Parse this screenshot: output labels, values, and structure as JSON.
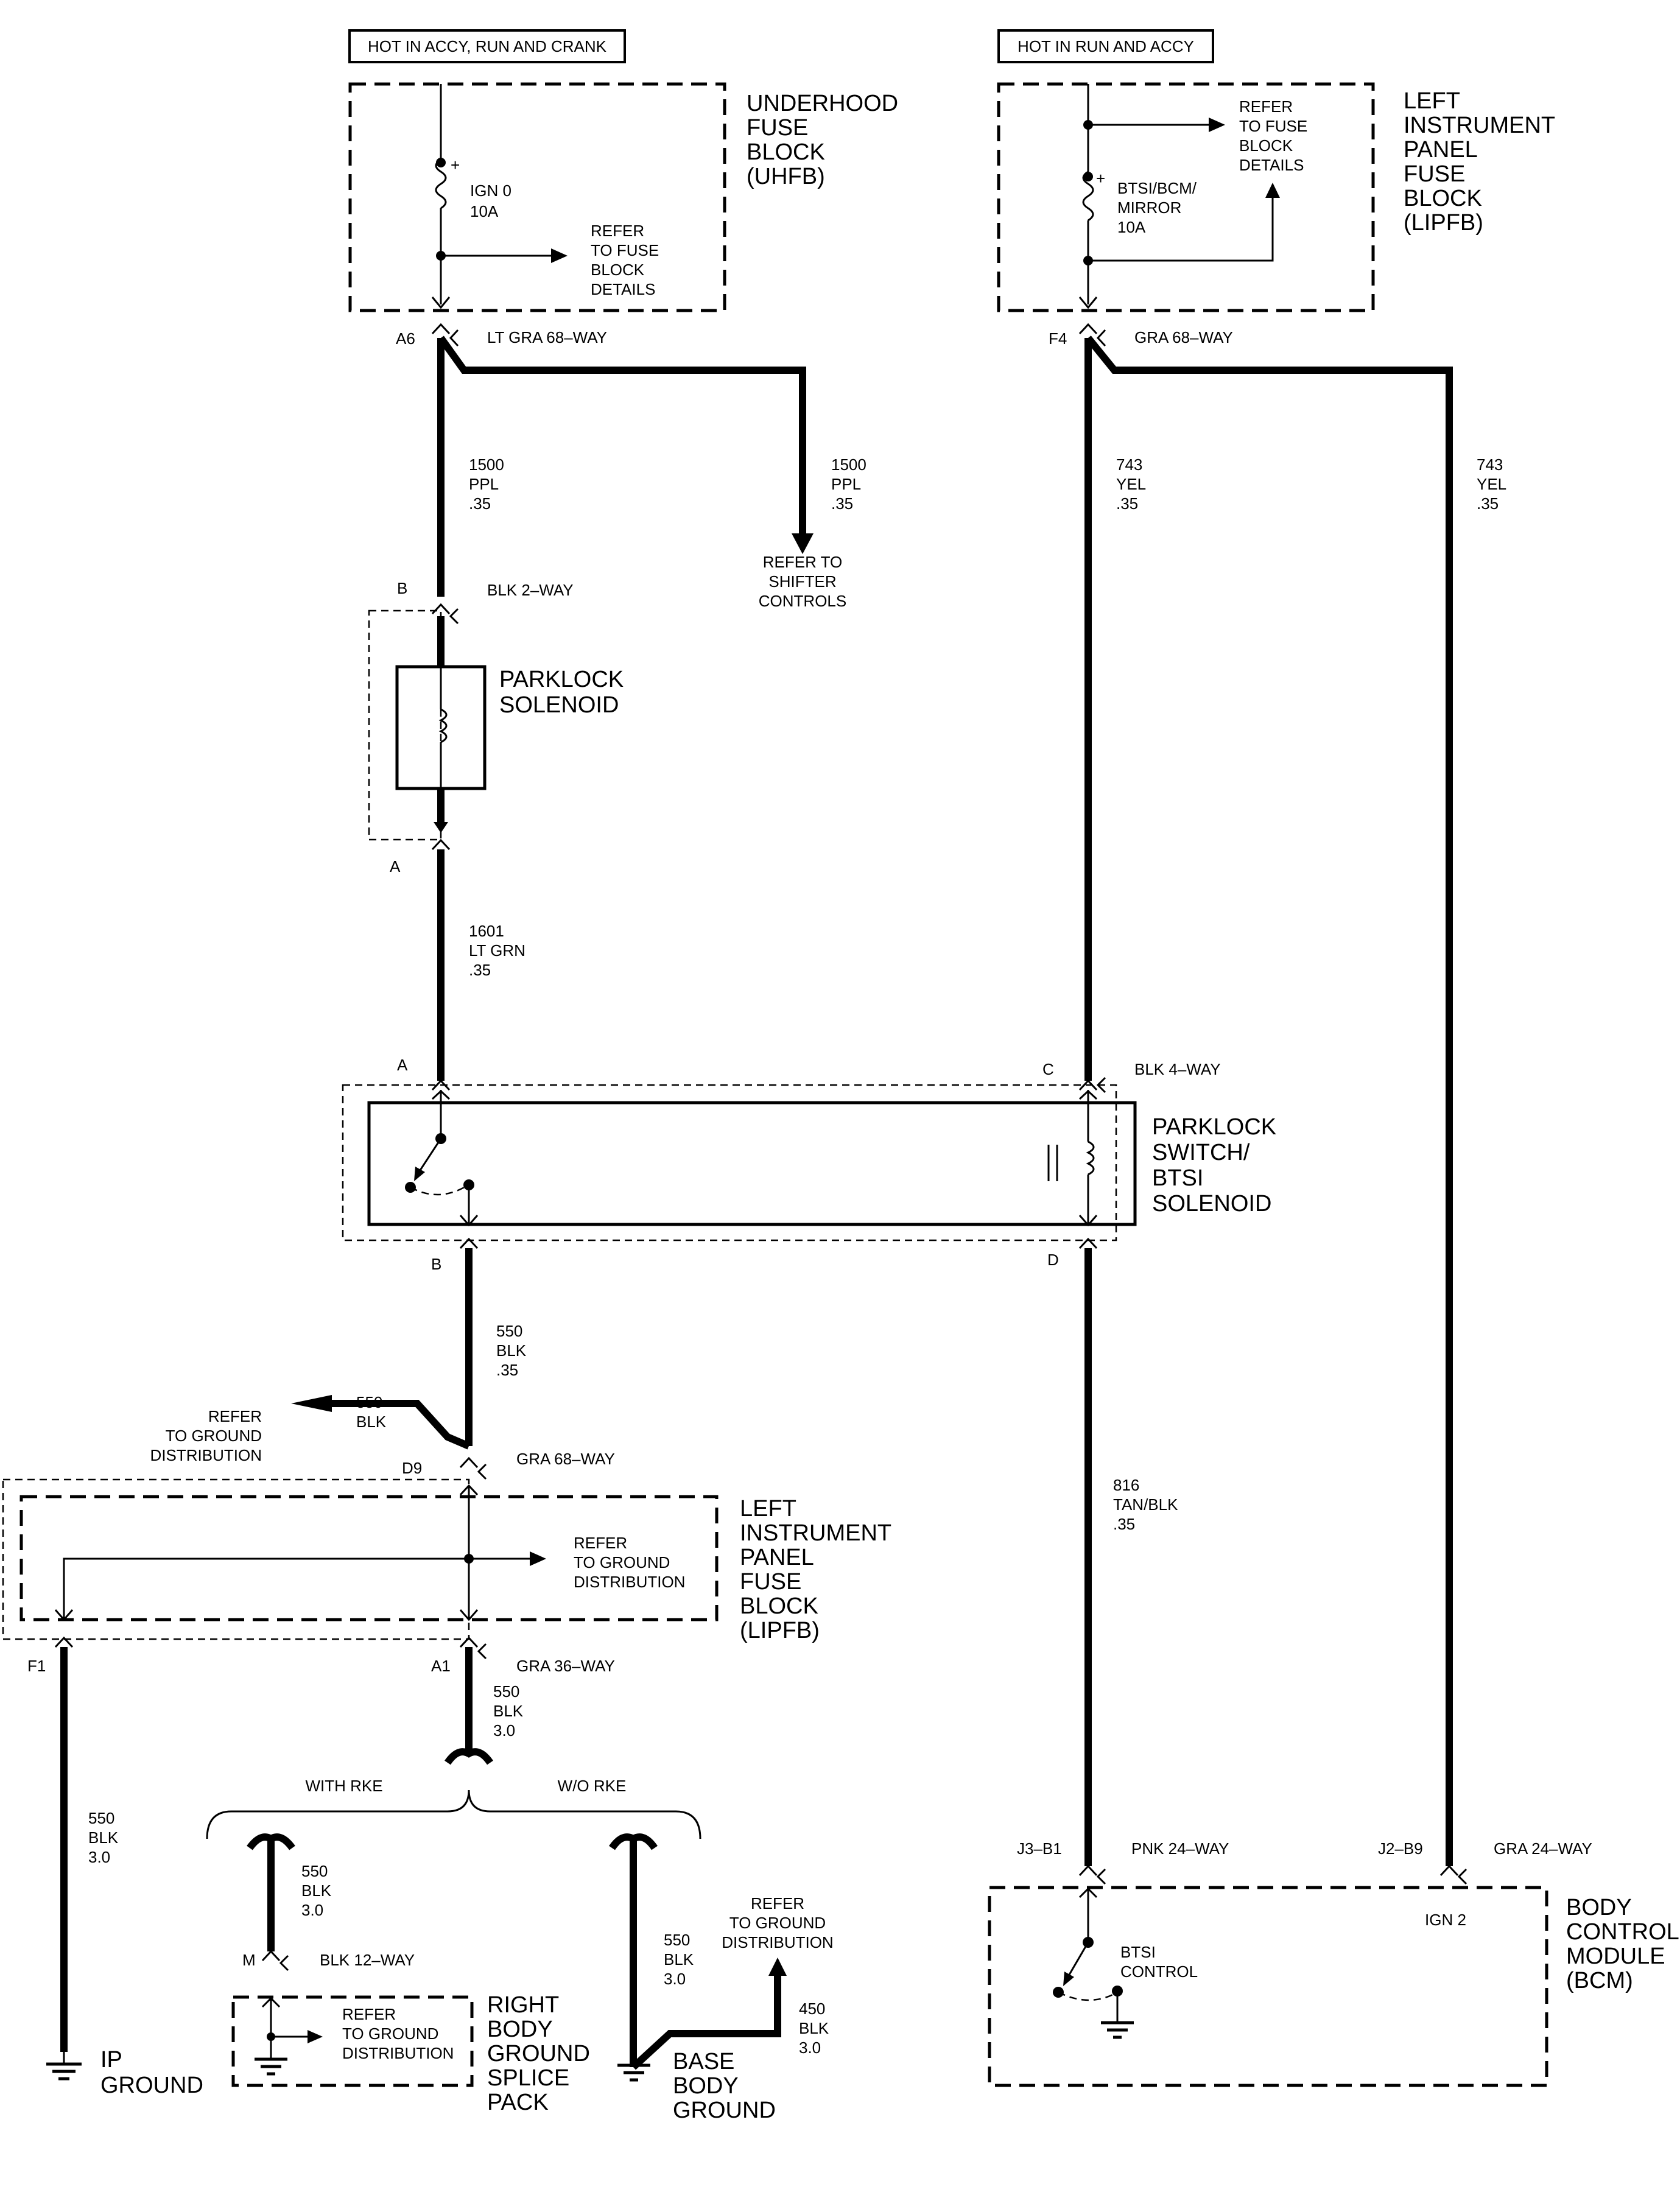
{
  "hot_labels": {
    "left": "HOT IN ACCY, RUN AND CRANK",
    "right": "HOT IN RUN AND ACCY"
  },
  "uhfb": {
    "title": [
      "UNDERHOOD",
      "FUSE",
      "BLOCK",
      "(UHFB)"
    ],
    "fuse_plus": "+",
    "fuse": [
      "IGN 0",
      "10A"
    ],
    "refer": [
      "REFER",
      "TO FUSE",
      "BLOCK",
      "DETAILS"
    ]
  },
  "lipfb_top": {
    "title": [
      "LEFT",
      "INSTRUMENT",
      "PANEL",
      "FUSE",
      "BLOCK",
      "(LIPFB)"
    ],
    "fuse_plus": "+",
    "fuse": [
      "BTSI/BCM/",
      "MIRROR",
      "10A"
    ],
    "refer": [
      "REFER",
      "TO FUSE",
      "BLOCK",
      "DETAILS"
    ]
  },
  "connectors": {
    "a6": "A6",
    "a6_conn": "LT GRA 68–WAY",
    "f4": "F4",
    "f4_conn": "GRA 68–WAY",
    "sol_b": "B",
    "sol_b_conn": "BLK 2–WAY",
    "sol_a": "A",
    "sw_a": "A",
    "sw_c": "C",
    "sw_conn": "BLK 4–WAY",
    "sw_b": "B",
    "sw_d": "D",
    "d9": "D9",
    "d9_conn": "GRA 68–WAY",
    "f1": "F1",
    "a1": "A1",
    "a1_conn": "GRA 36–WAY",
    "m": "M",
    "m_conn": "BLK 12–WAY",
    "j3b1": "J3–B1",
    "j3b1_conn": "PNK 24–WAY",
    "j2b9": "J2–B9",
    "j2b9_conn": "GRA 24–WAY"
  },
  "wires": {
    "w1500a": [
      "1500",
      "PPL",
      ".35"
    ],
    "w1500b": [
      "1500",
      "PPL",
      ".35"
    ],
    "w743a": [
      "743",
      "YEL",
      ".35"
    ],
    "w743b": [
      "743",
      "YEL",
      ".35"
    ],
    "w1601": [
      "1601",
      "LT GRN",
      ".35"
    ],
    "w550_35": [
      "550",
      "BLK",
      ".35"
    ],
    "w550_branch": [
      "550",
      "BLK"
    ],
    "w816": [
      "816",
      "TAN/BLK",
      ".35"
    ],
    "w550_a1": [
      "550",
      "BLK",
      "3.0"
    ],
    "w550_f1": [
      "550",
      "BLK",
      "3.0"
    ],
    "w550_rke": [
      "550",
      "BLK",
      "3.0"
    ],
    "w550_worke": [
      "550",
      "BLK",
      "3.0"
    ],
    "w450": [
      "450",
      "BLK",
      "3.0"
    ]
  },
  "refers": {
    "shifter": [
      "REFER TO",
      "SHIFTER",
      "CONTROLS"
    ],
    "ground_left": [
      "REFER",
      "TO GROUND",
      "DISTRIBUTION"
    ],
    "ground_lipfb": [
      "REFER",
      "TO GROUND",
      "DISTRIBUTION"
    ],
    "ground_splice": [
      "REFER",
      "TO GROUND",
      "DISTRIBUTION"
    ],
    "ground_base": [
      "REFER",
      "TO GROUND",
      "DISTRIBUTION"
    ]
  },
  "components": {
    "parklock_solenoid": [
      "PARKLOCK",
      "SOLENOID"
    ],
    "parklock_switch": [
      "PARKLOCK",
      "SWITCH/",
      "BTSI",
      "SOLENOID"
    ],
    "lipfb_bottom": [
      "LEFT",
      "INSTRUMENT",
      "PANEL",
      "FUSE",
      "BLOCK",
      "(LIPFB)"
    ],
    "bcm": [
      "BODY",
      "CONTROL",
      "MODULE",
      "(BCM)"
    ],
    "bcm_ign": "IGN 2",
    "btsi_control": [
      "BTSI",
      "CONTROL"
    ],
    "with_rke": "WITH RKE",
    "wo_rke": "W/O RKE",
    "splice_pack": [
      "RIGHT",
      "BODY",
      "GROUND",
      "SPLICE",
      "PACK"
    ],
    "ip_ground": [
      "IP",
      "GROUND"
    ],
    "base_ground": [
      "BASE",
      "BODY",
      "GROUND"
    ]
  }
}
